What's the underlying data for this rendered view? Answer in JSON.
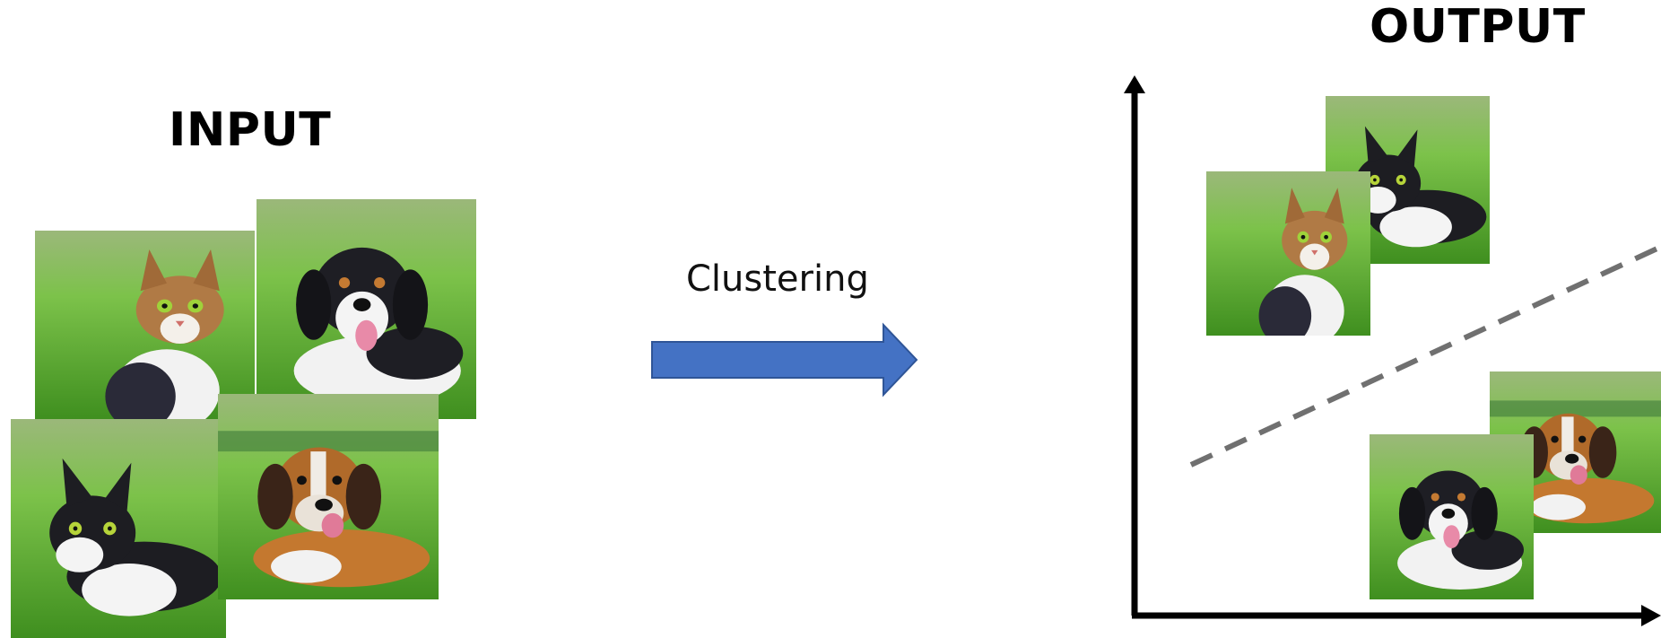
{
  "input": {
    "title": "INPUT"
  },
  "output": {
    "title": "OUTPUT"
  },
  "arrow": {
    "label": "Clustering",
    "color": "#4472C4"
  },
  "photos": [
    {
      "kind": "cat",
      "variant": "tabby"
    },
    {
      "kind": "dog",
      "variant": "tricolor"
    },
    {
      "kind": "cat",
      "variant": "tuxedo"
    },
    {
      "kind": "dog",
      "variant": "brown"
    }
  ],
  "colors": {
    "grass": "#5fb02a",
    "sky": "#cfe3f0",
    "axis": "#000000",
    "divider": "#707070"
  }
}
